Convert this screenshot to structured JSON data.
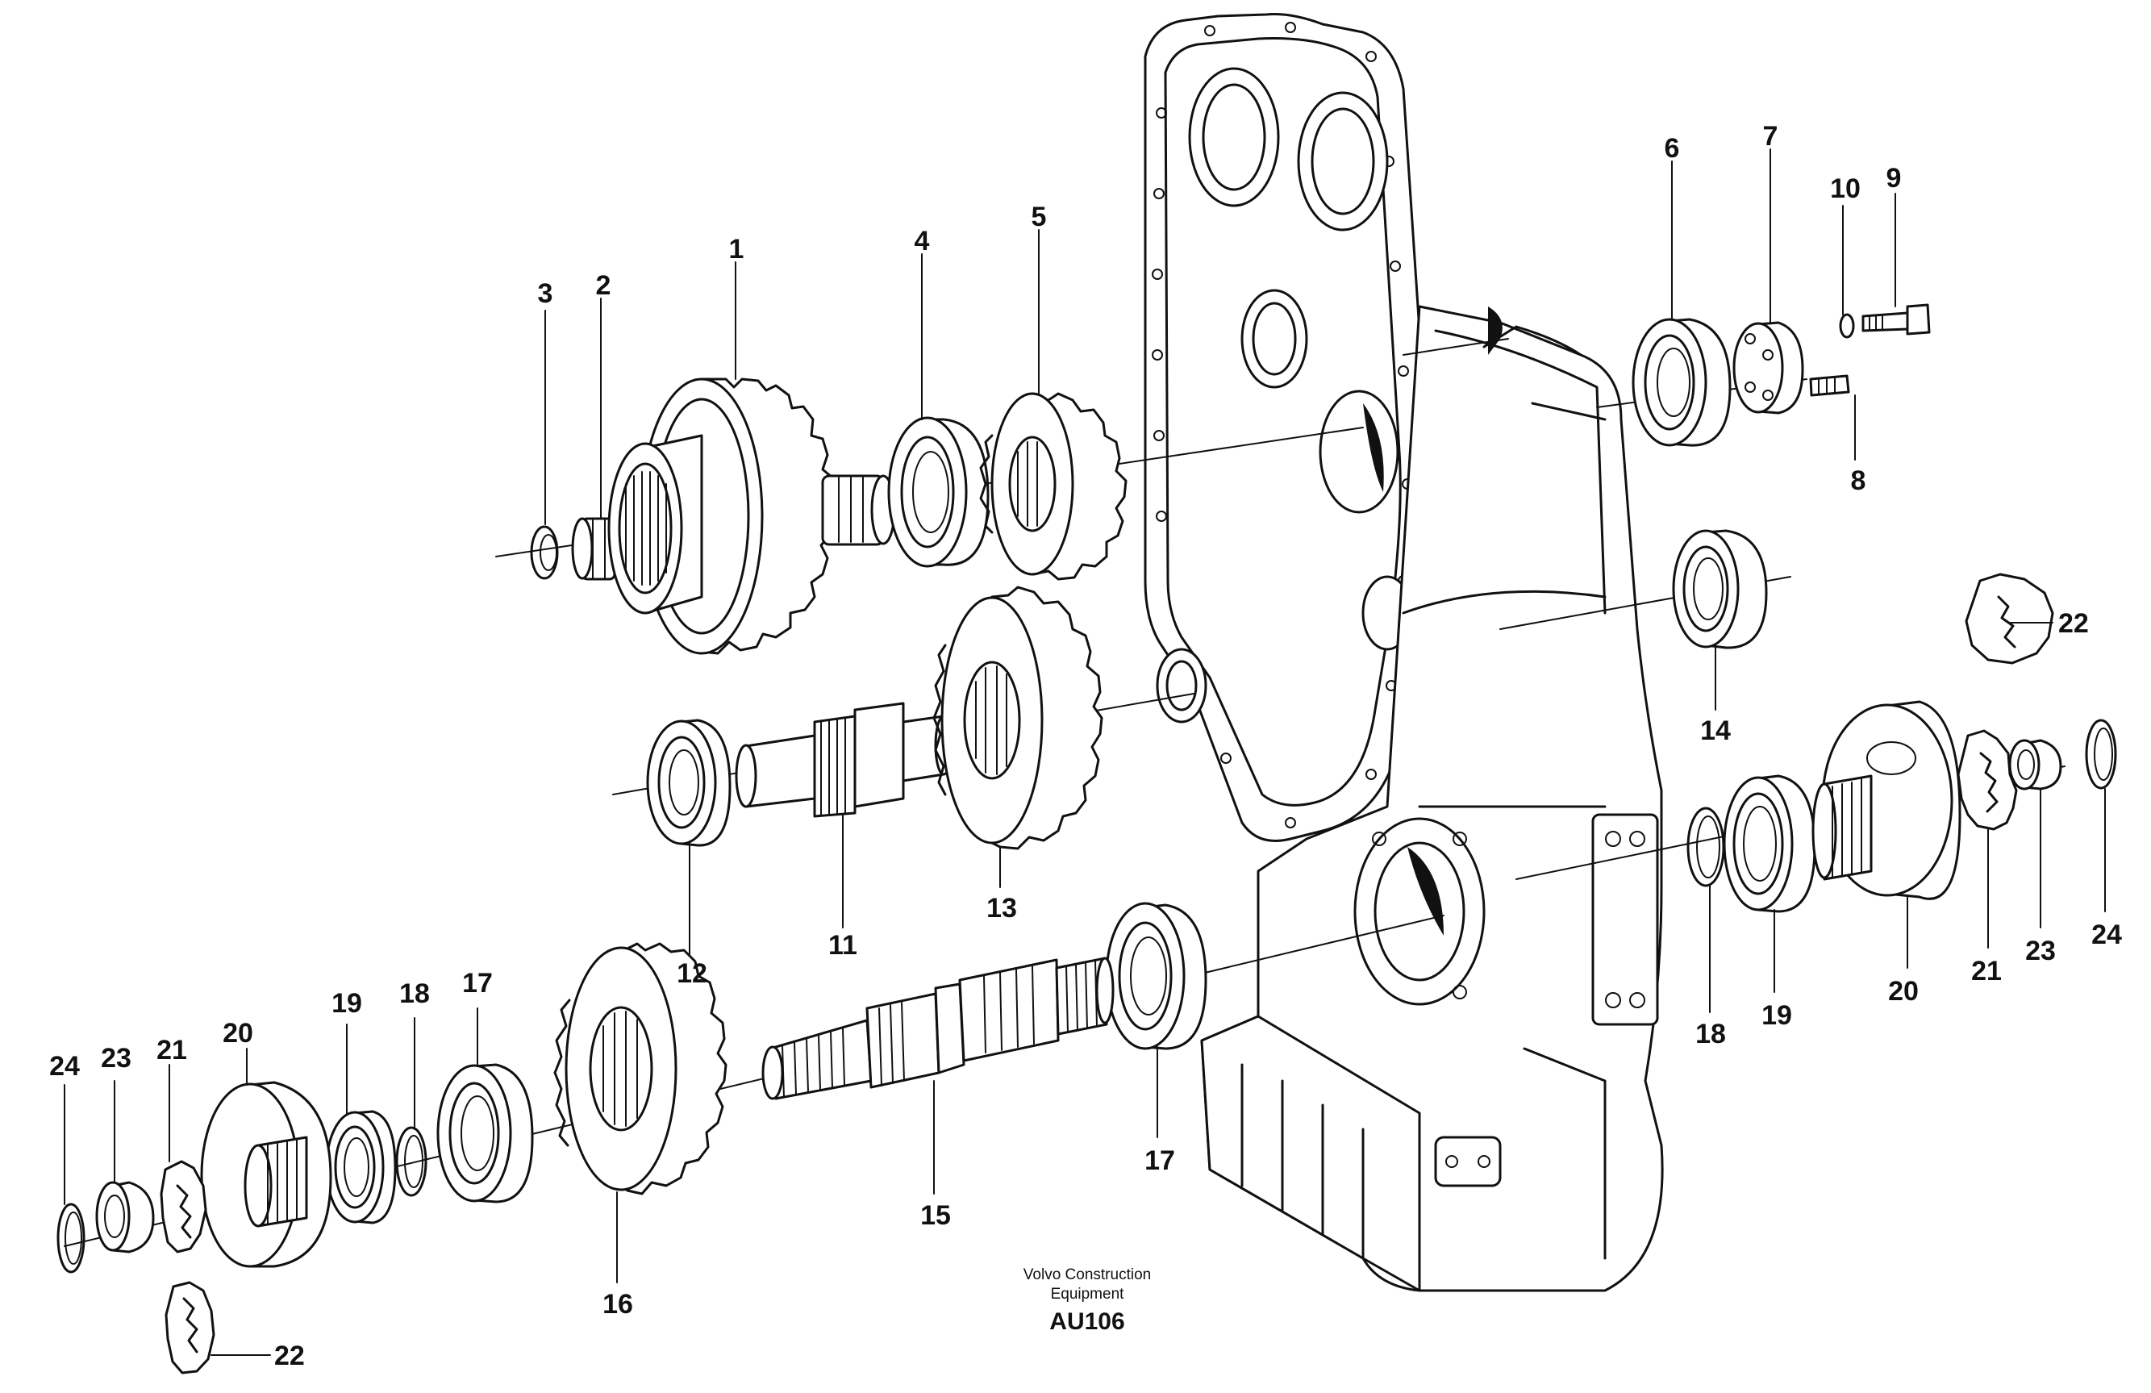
{
  "diagram": {
    "credit_line1": "Volvo Construction",
    "credit_line2": "Equipment",
    "code": "AU106",
    "callouts": {
      "n1": "1",
      "n2": "2",
      "n3": "3",
      "n4": "4",
      "n5": "5",
      "n6": "6",
      "n7": "7",
      "n8": "8",
      "n9": "9",
      "n10": "10",
      "n11": "11",
      "n12": "12",
      "n13": "13",
      "n14": "14",
      "n15": "15",
      "n16": "16",
      "n17a": "17",
      "n17b": "17",
      "n18a": "18",
      "n18b": "18",
      "n19a": "19",
      "n19b": "19",
      "n20a": "20",
      "n20b": "20",
      "n21a": "21",
      "n21b": "21",
      "n22a": "22",
      "n22b": "22",
      "n23a": "23",
      "n23b": "23",
      "n24a": "24",
      "n24b": "24"
    }
  }
}
